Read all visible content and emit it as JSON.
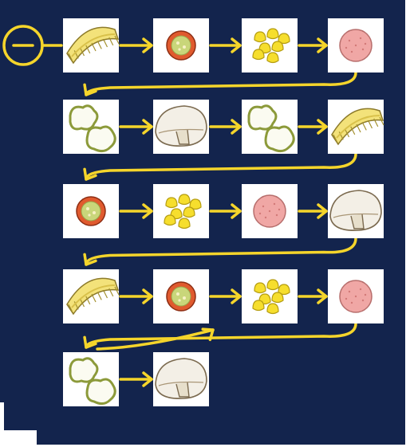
{
  "colors": {
    "background": "#13244d",
    "arrow": "#f5d52b",
    "card": "#ffffff"
  },
  "start_marker": {
    "icon": "minus-circle-icon"
  },
  "rows": [
    [
      "pineapple",
      "tomato",
      "corn",
      "ham"
    ],
    [
      "pepper",
      "mushroom",
      "pepper",
      "pineapple"
    ],
    [
      "tomato",
      "corn",
      "ham",
      "mushroom"
    ],
    [
      "pineapple",
      "tomato",
      "corn",
      "ham"
    ],
    [
      "pepper",
      "mushroom"
    ]
  ],
  "sequence_continues": true
}
